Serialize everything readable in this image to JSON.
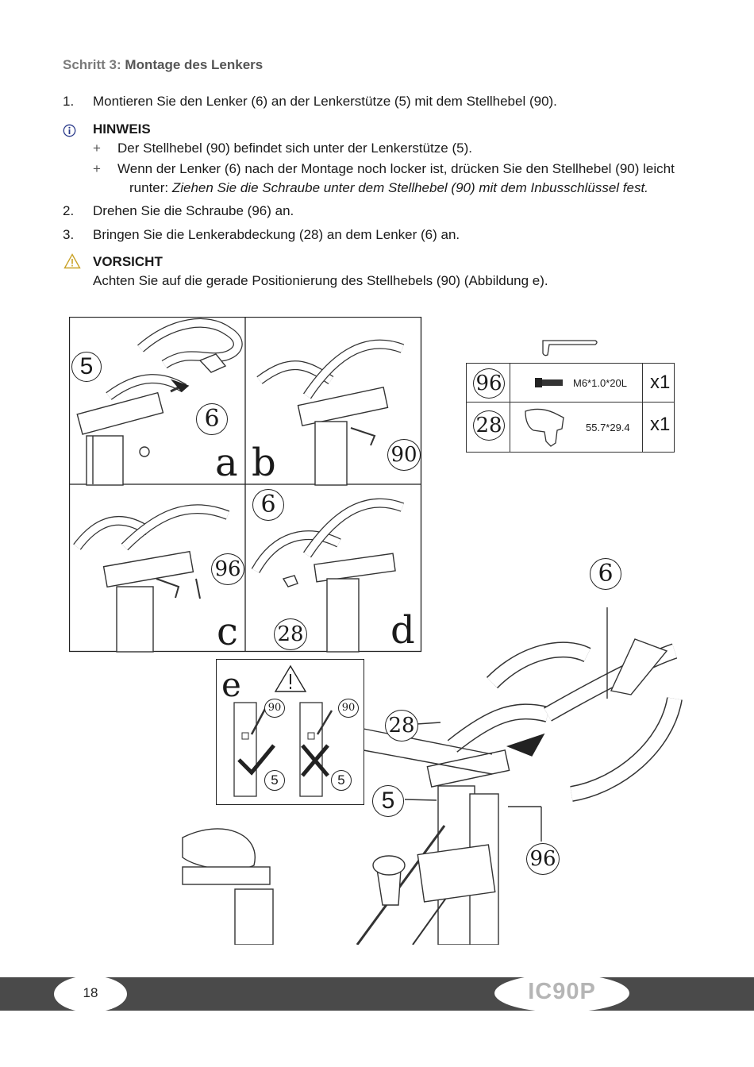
{
  "step": {
    "prefix": "Schritt 3:",
    "title": "Montage des Lenkers"
  },
  "steps": [
    {
      "num": "1.",
      "text": "Montieren Sie den Lenker (6) an der Lenkerstütze (5) mit dem Stellhebel (90)."
    },
    {
      "num": "2.",
      "text": "Drehen Sie die Schraube (96) an."
    },
    {
      "num": "3.",
      "text": "Bringen Sie die Lenkerabdeckung (28) an dem Lenker (6) an."
    }
  ],
  "hint": {
    "title": "HINWEIS",
    "icon": "info-icon",
    "bullet": "+",
    "items": [
      "Der Stellhebel (90) befindet sich unter der Lenkerstütze (5).",
      "Wenn der Lenker (6) nach der Montage noch locker ist, drücken Sie den Stellhebel (90) leicht"
    ],
    "item2_cont_normal": "runter: ",
    "item2_cont_italic": "Ziehen Sie die Schraube unter dem Stellhebel (90) mit dem Inbusschlüssel fest."
  },
  "caution": {
    "title": "VORSICHT",
    "icon": "warning-triangle-icon",
    "text": "Achten Sie auf die gerade Positionierung des Stellhebels (90) (Abbildung e).",
    "color": "#c9a227"
  },
  "figures": {
    "panel_letters": [
      "a",
      "b",
      "c",
      "d",
      "e"
    ],
    "callouts": {
      "a_5": "5",
      "a_6": "6",
      "b_90": "90",
      "c_96": "96",
      "d_6": "6",
      "d_28": "28",
      "e_90_left": "90",
      "e_90_right": "90",
      "e_5_left": "5",
      "e_5_right": "5",
      "main_6": "6",
      "main_28": "28",
      "main_5": "5",
      "main_96": "96"
    }
  },
  "parts_table": [
    {
      "part": "96",
      "spec": "M6*1.0*20L",
      "qty": "x1",
      "icon": "bolt-icon"
    },
    {
      "part": "28",
      "spec": "55.7*29.4",
      "qty": "x1",
      "icon": "cover-icon"
    }
  ],
  "footer": {
    "page": "18",
    "model": "IC90P"
  }
}
